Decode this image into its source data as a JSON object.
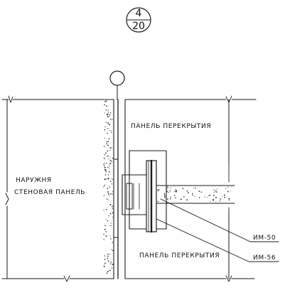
{
  "sheet_ref": {
    "number": "4",
    "sheet": "20"
  },
  "labels": {
    "outer_wall_line1": "НАРУЖНЯ",
    "outer_wall_line2": "СТЕНОВАЯ ПАНЕЛЬ",
    "floor_panel_top": "ПАНЕЛЬ ПЕРЕКРЫТИЯ",
    "floor_panel_bottom": "ПАНЕЛЬ ПЕРЕКРЫТИЯ",
    "im_top": "ИМ-50",
    "im_bottom": "ИМ-56"
  }
}
